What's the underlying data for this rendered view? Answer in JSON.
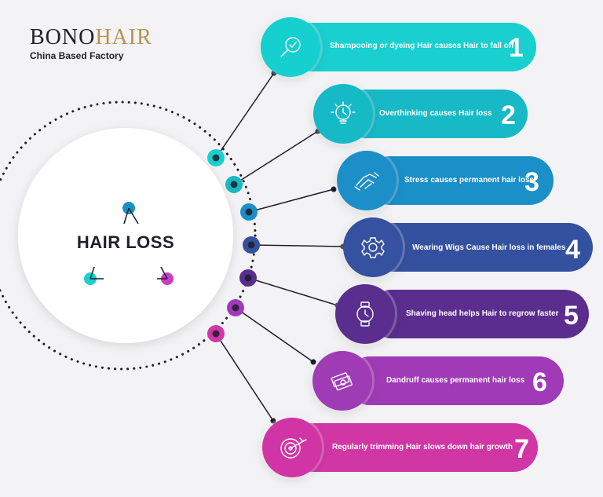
{
  "logo": {
    "brand_part1": "BONO",
    "brand_part2": "HAIR",
    "tagline": "China Based Factory"
  },
  "center": {
    "title": "HAIR LOSS"
  },
  "items": [
    {
      "num": "1",
      "label": "Shampooing or dyeing Hair causes Hair to fall off",
      "icon": "search-check-icon",
      "color": "#19cfcf"
    },
    {
      "num": "2",
      "label": "Overthinking causes Hair loss",
      "icon": "lightbulb-clock-icon",
      "color": "#17b9c6"
    },
    {
      "num": "3",
      "label": "Stress causes permanent hair loss",
      "icon": "handshake-icon",
      "color": "#1a8fc8"
    },
    {
      "num": "4",
      "label": "Wearing Wigs Cause Hair loss in females",
      "icon": "gear-icon",
      "color": "#3451a0"
    },
    {
      "num": "5",
      "label": "Shaving head helps Hair to regrow faster",
      "icon": "watch-icon",
      "color": "#5a2d8e"
    },
    {
      "num": "6",
      "label": "Dandruff causes permanent hair loss",
      "icon": "money-icon",
      "color": "#a03ab6"
    },
    {
      "num": "7",
      "label": "Regularly trimming Hair slows down hair growth",
      "icon": "target-icon",
      "color": "#d136a5"
    }
  ]
}
